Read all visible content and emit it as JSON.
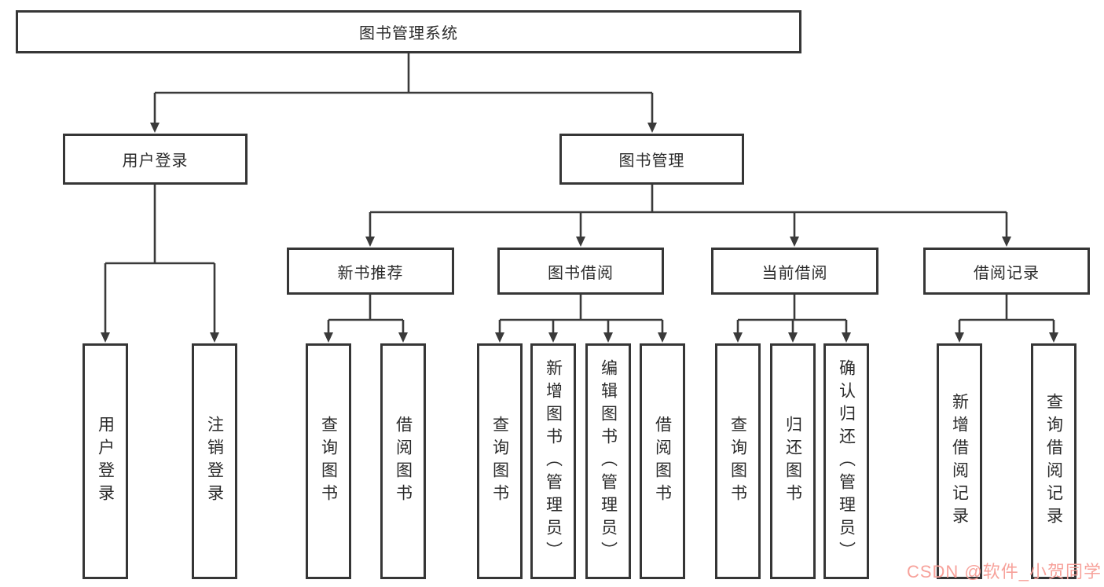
{
  "diagram": {
    "root": {
      "label": "图书管理系统",
      "children": [
        {
          "label": "用户登录",
          "children": [
            {
              "label": "用户登录"
            },
            {
              "label": "注销登录"
            }
          ]
        },
        {
          "label": "图书管理",
          "children": [
            {
              "label": "新书推荐",
              "children": [
                {
                  "label": "查询图书"
                },
                {
                  "label": "借阅图书"
                }
              ]
            },
            {
              "label": "图书借阅",
              "children": [
                {
                  "label": "查询图书"
                },
                {
                  "label": "新增图书（管理员）"
                },
                {
                  "label": "编辑图书（管理员）"
                },
                {
                  "label": "借阅图书"
                }
              ]
            },
            {
              "label": "当前借阅",
              "children": [
                {
                  "label": "查询图书"
                },
                {
                  "label": "归还图书"
                },
                {
                  "label": "确认归还（管理员）"
                }
              ]
            },
            {
              "label": "借阅记录",
              "children": [
                {
                  "label": "新增借阅记录"
                },
                {
                  "label": "查询借阅记录"
                }
              ]
            }
          ]
        }
      ]
    }
  },
  "watermark": {
    "text": "CSDN @软件_小贺同学"
  },
  "colors": {
    "line": "#3a3a3a",
    "border": "#363636",
    "text": "#2b2b2b",
    "bg": "#ffffff",
    "watermark": "#f7a29b"
  }
}
